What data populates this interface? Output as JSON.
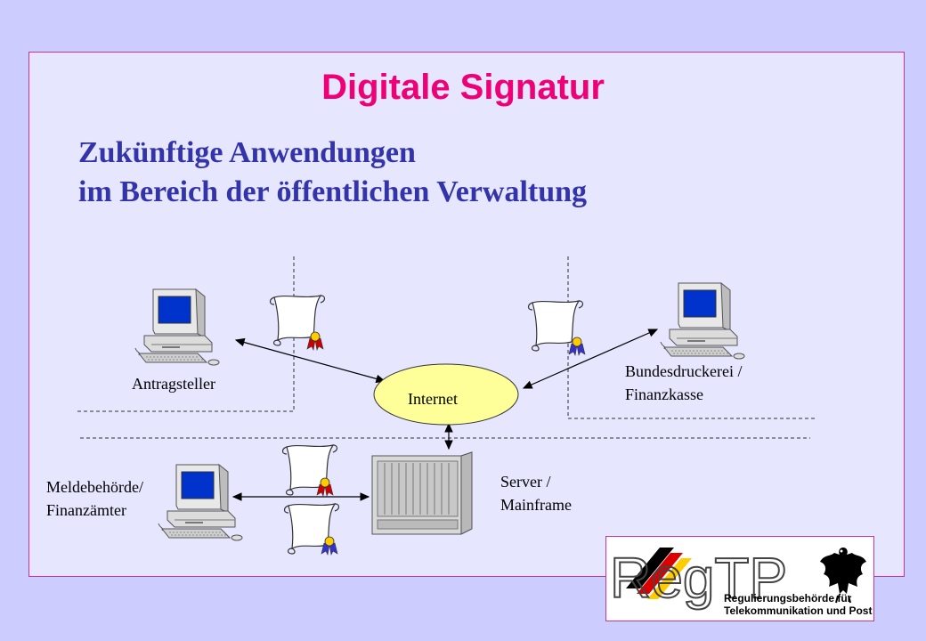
{
  "slide": {
    "title": "Digitale Signatur",
    "subtitle_line1": "Zukünftige Anwendungen",
    "subtitle_line2": "im Bereich der öffentlichen Verwaltung"
  },
  "diagram": {
    "nodes": {
      "antragsteller": "Antragsteller",
      "internet": "Internet",
      "bundesdruckerei_line1": "Bundesdruckerei /",
      "bundesdruckerei_line2": "Finanzkasse",
      "meldebehoerde_line1": "Meldebehörde/",
      "meldebehoerde_line2": "Finanzämter",
      "server_line1": "Server /",
      "server_line2": "Mainframe"
    }
  },
  "logo": {
    "wordmark": "RegTP",
    "caption_line1": "Regulierungsbehörde für",
    "caption_line2": "Telekommunikation und Post"
  },
  "colors": {
    "background": "#ccccff",
    "panel": "#e6e6ff",
    "title": "#ee0077",
    "subtitle": "#3333aa",
    "internet_fill": "#ffff99",
    "screen": "#0033cc",
    "seal_red": "#cc0000",
    "seal_blue": "#3333cc"
  },
  "icons": [
    "computer-icon",
    "document-scroll-icon",
    "seal-icon",
    "server-rack-icon",
    "federal-eagle-icon"
  ]
}
